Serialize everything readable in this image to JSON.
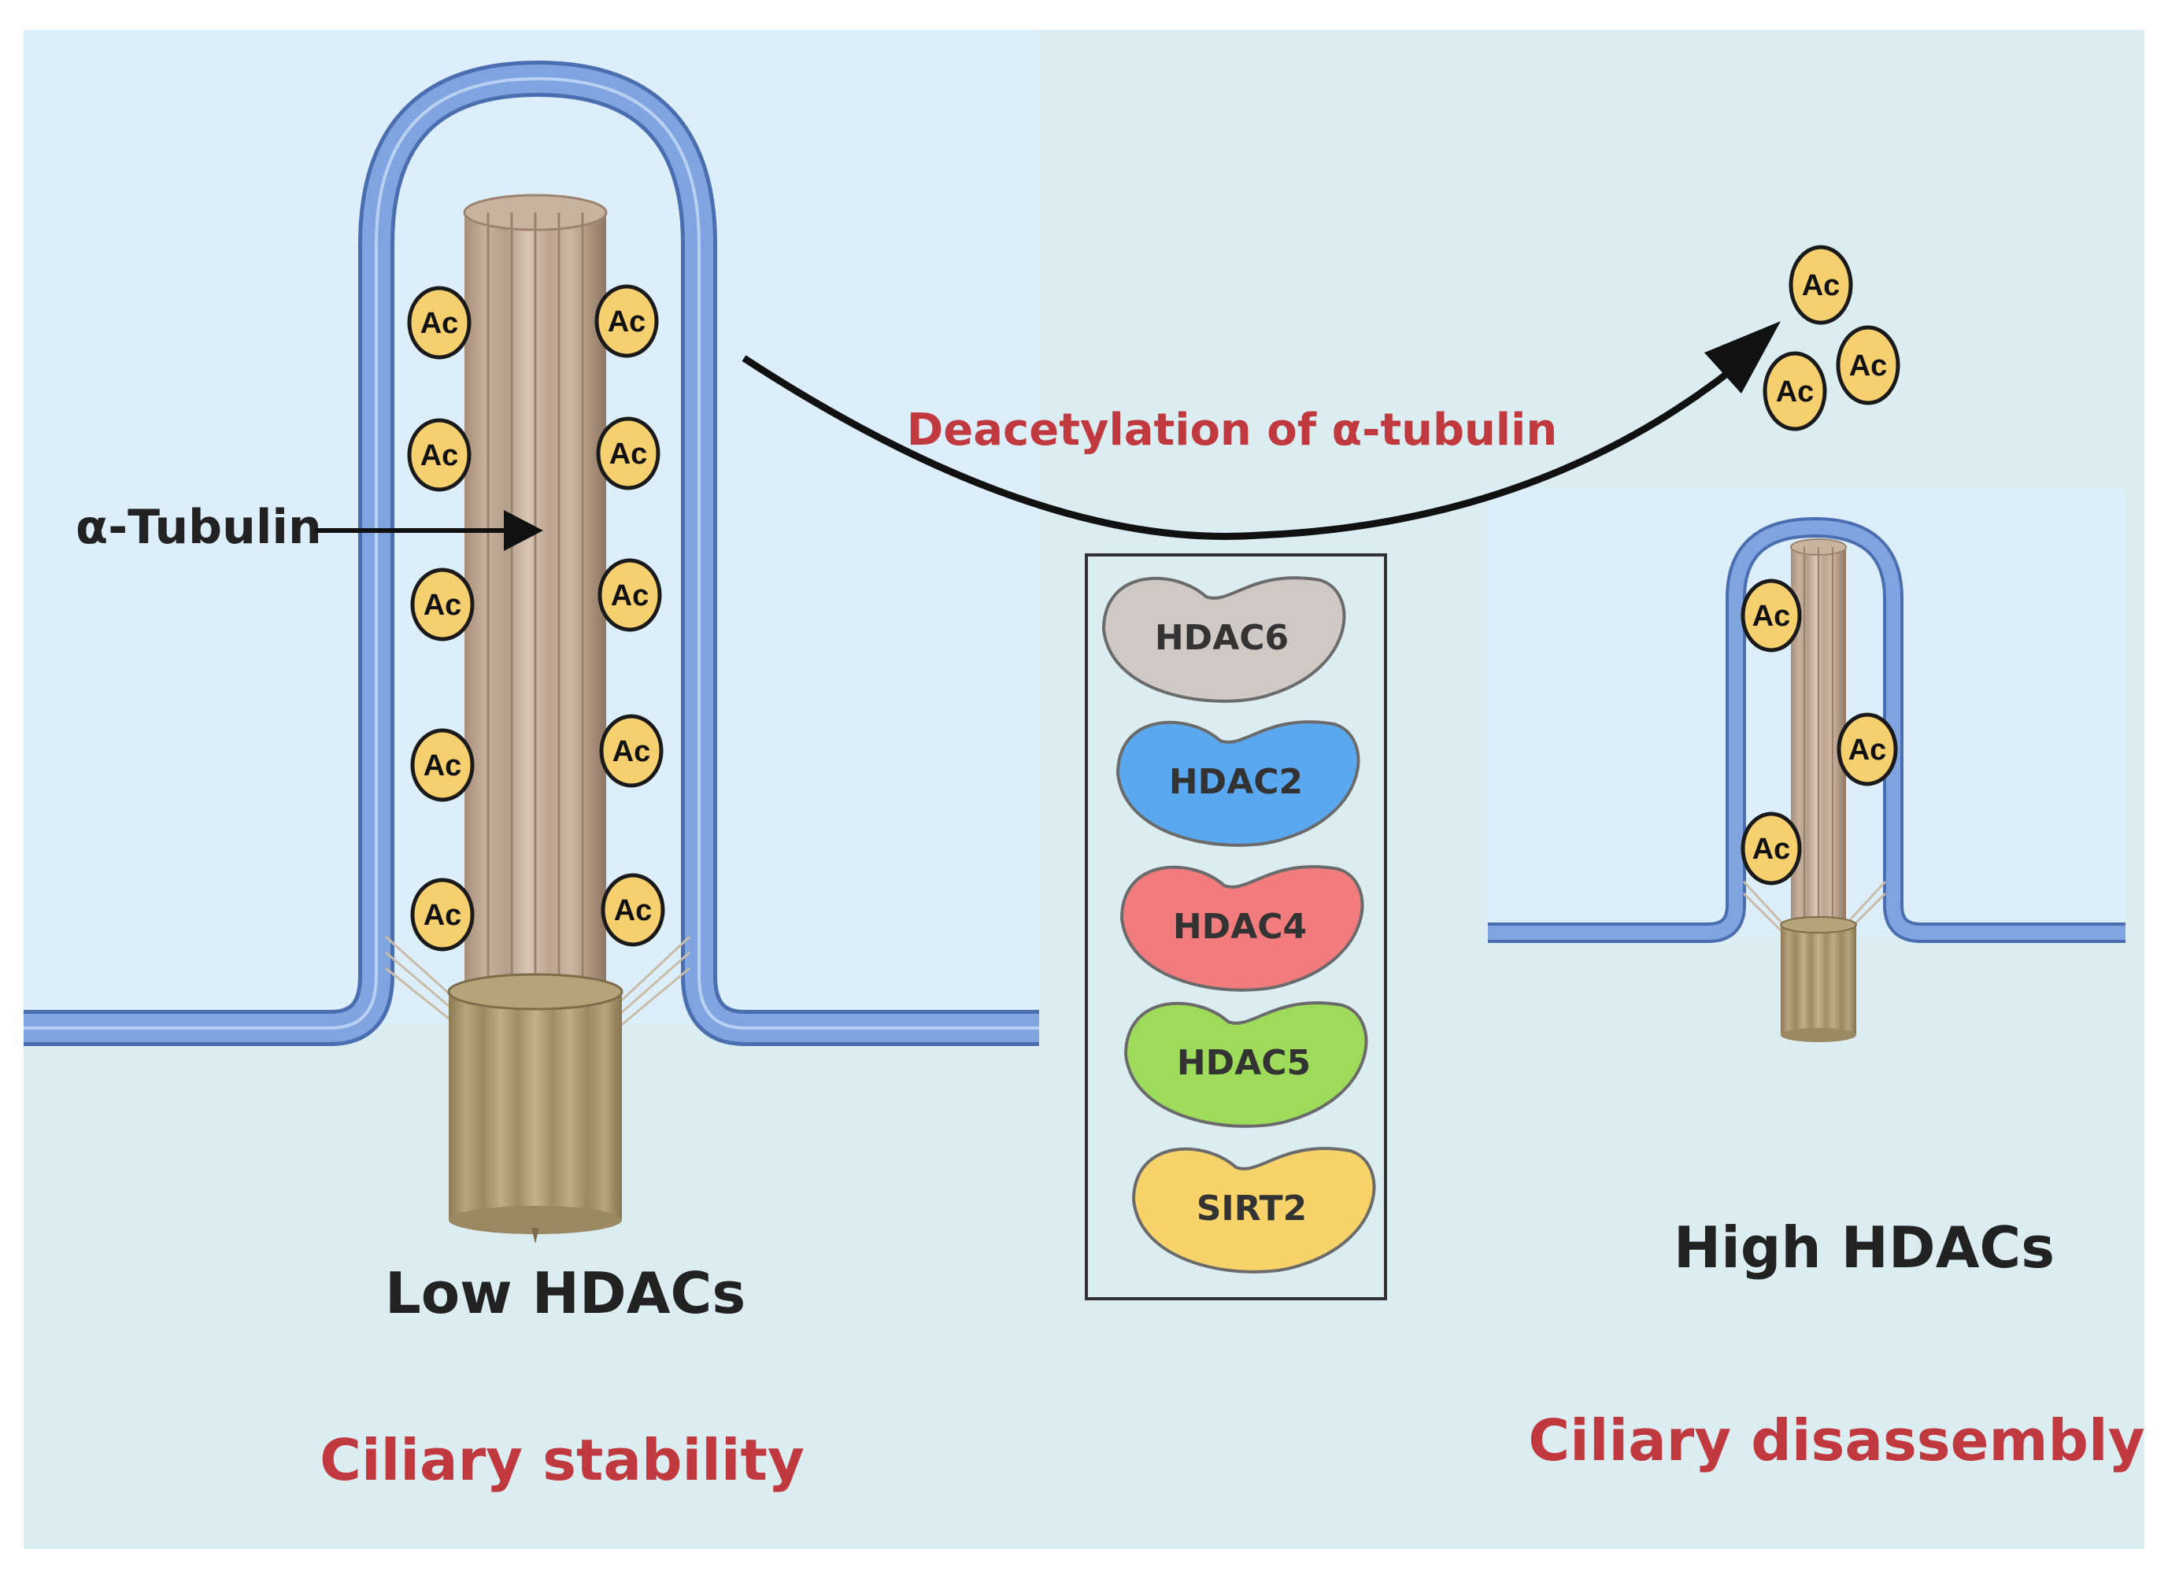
{
  "labels": {
    "tubulin": "α-Tubulin",
    "process": "Deacetylation of α-tubulin",
    "low": "Low HDACs",
    "high": "High HDACs",
    "stability": "Ciliary stability",
    "disassembly": "Ciliary disassembly",
    "ac": "Ac"
  },
  "enzymes": [
    {
      "name": "HDAC6",
      "color": "#cfc9c6"
    },
    {
      "name": "HDAC2",
      "color": "#5aa8ef"
    },
    {
      "name": "HDAC4",
      "color": "#f27b7d"
    },
    {
      "name": "HDAC5",
      "color": "#9edb5a"
    },
    {
      "name": "SIRT2",
      "color": "#f8d36a"
    }
  ],
  "colors": {
    "background_left": "#ddeefb",
    "background_right": "#dcedf2",
    "membrane": "#6f95d4",
    "ac_fill": "#f6cf6e",
    "red_text": "#c0393e"
  }
}
